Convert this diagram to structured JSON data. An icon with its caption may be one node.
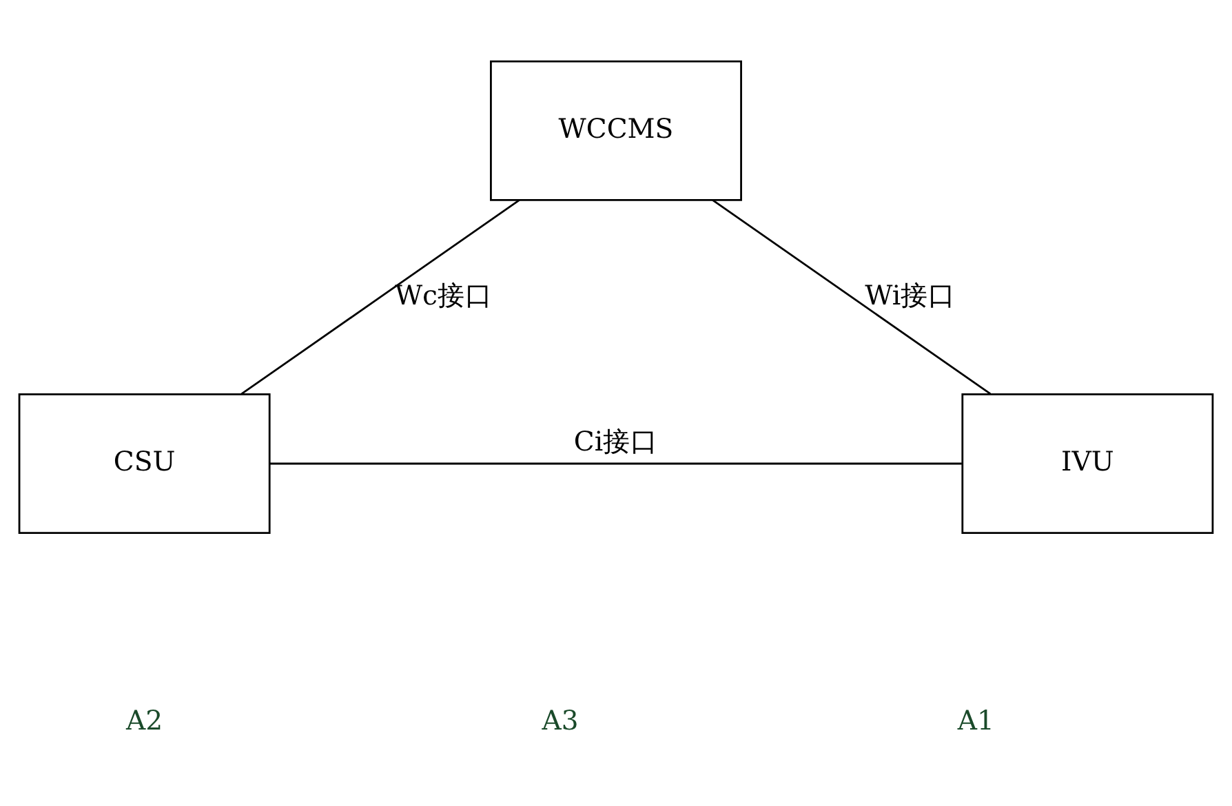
{
  "diagram": {
    "nodes": [
      {
        "text": [
          "WCCMS"
        ]
      },
      {
        "text": [
          "CSU"
        ]
      },
      {
        "text": [
          "IVU"
        ]
      }
    ],
    "edges": [
      {
        "from": 0,
        "to": 1,
        "arrow": "none",
        "label": "Wc接口"
      },
      {
        "from": 0,
        "to": 2,
        "arrow": "none",
        "label": "Wi接口"
      },
      {
        "from": 1,
        "to": 2,
        "arrow": "none",
        "label": "Ci接口"
      }
    ],
    "labels": [
      "A2",
      "A3",
      "A1"
    ]
  }
}
